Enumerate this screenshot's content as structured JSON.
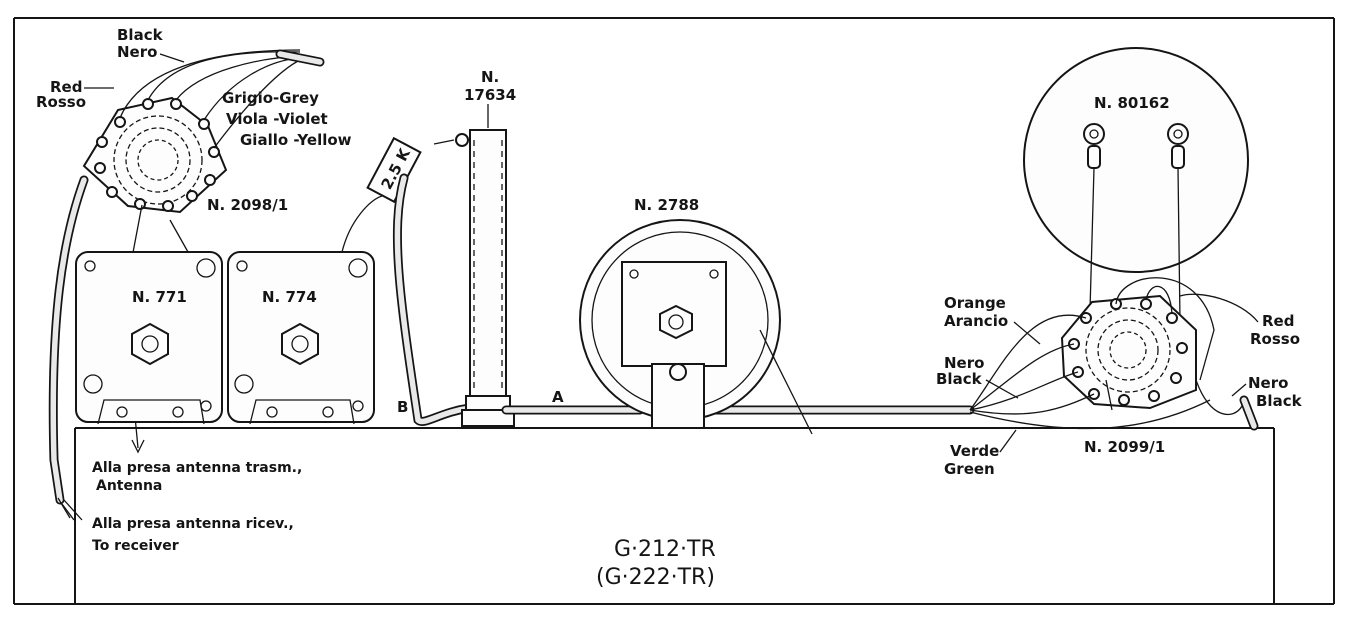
{
  "diagram": {
    "model": "G·212·TR",
    "model_alt": "(G·222·TR)",
    "left_switch": {
      "part": "N. 2098/1",
      "wires": {
        "black": [
          "Black",
          "Nero"
        ],
        "red": [
          "Red",
          "Rosso"
        ],
        "grey": "Grigio-Grey",
        "violet": "Viola   -Violet",
        "yellow": "Giallo  -Yellow"
      }
    },
    "coil_1": "N. 771",
    "coil_2": "N. 774",
    "resistor": "2.5 K",
    "tube": [
      "N.",
      "17634"
    ],
    "capacitor": "N. 2788",
    "meter": "N. 80162",
    "right_switch": {
      "part": "N. 2099/1",
      "wires": {
        "orange": [
          "Orange",
          "Arancio"
        ],
        "red": [
          "Red",
          "Rosso"
        ],
        "nero_black_left": [
          "Nero",
          "Black"
        ],
        "nero_black_right": [
          "Nero",
          "Black"
        ],
        "green": [
          "Verde",
          "Green"
        ]
      }
    },
    "point_a": "A",
    "point_b": "B",
    "antenna_tx": [
      "Alla presa antenna trasm.,",
      "Antenna"
    ],
    "antenna_rx": [
      "Alla presa antenna ricev.,",
      "To receiver"
    ]
  }
}
